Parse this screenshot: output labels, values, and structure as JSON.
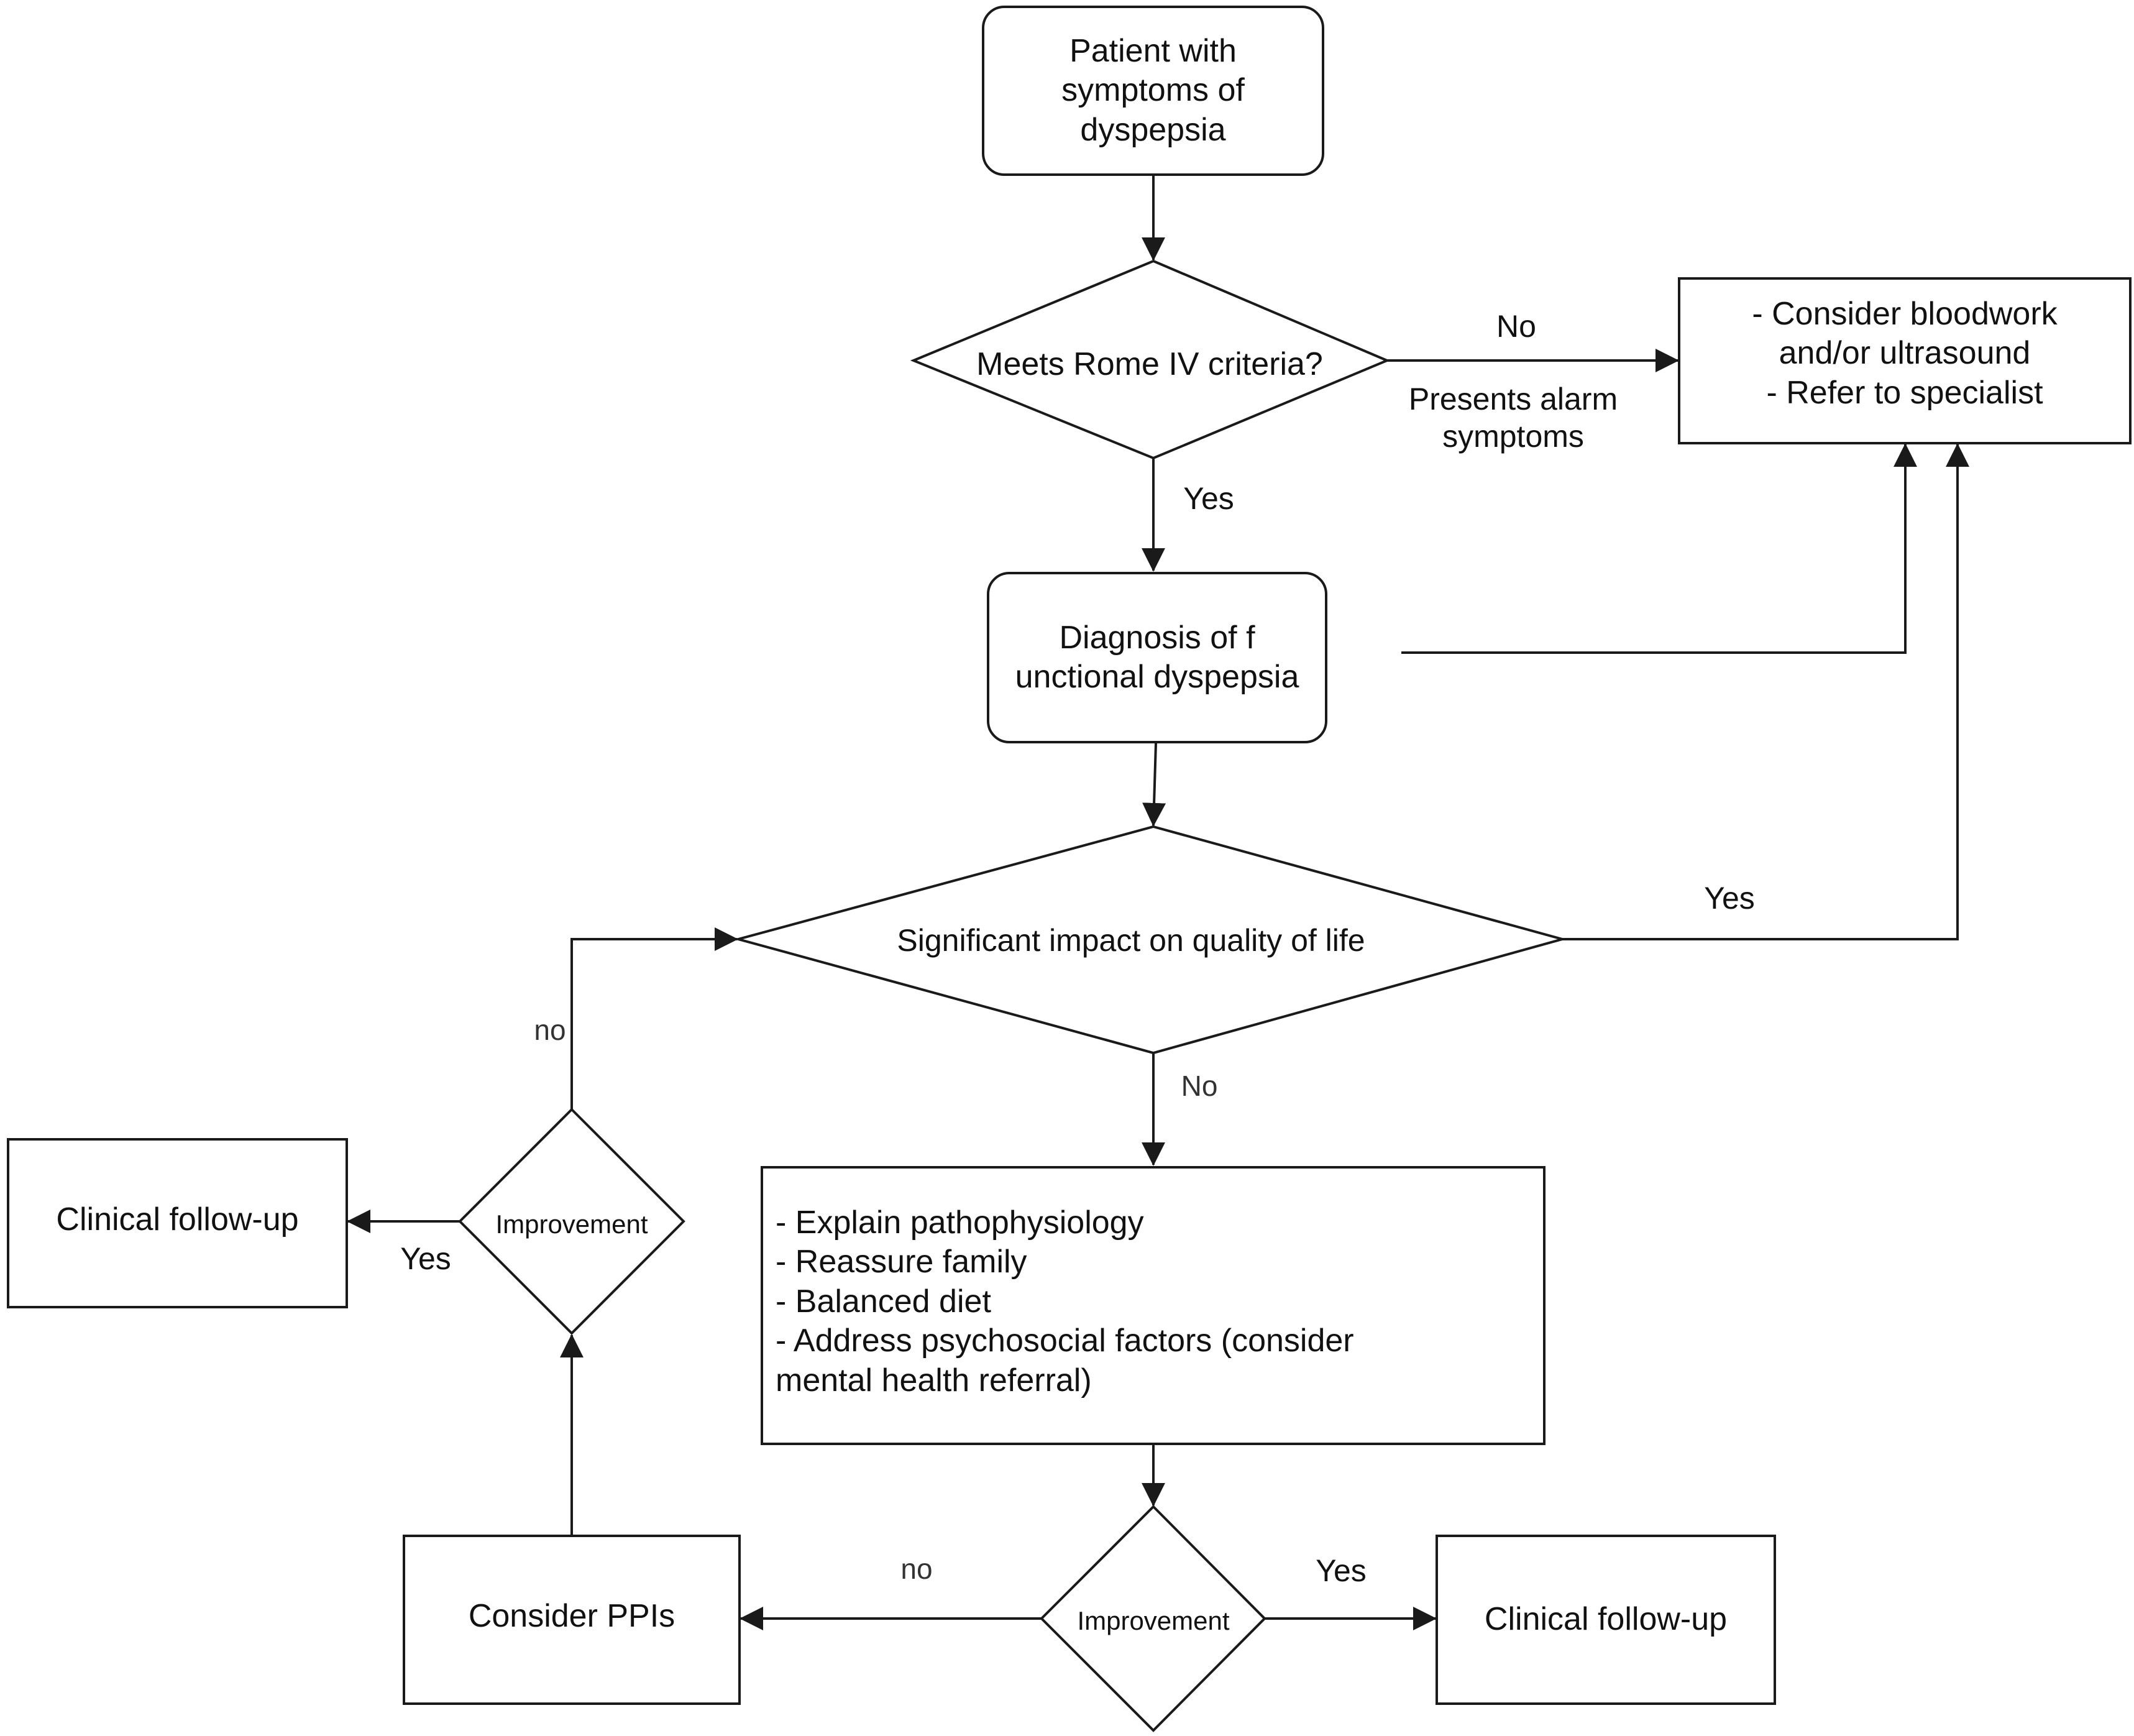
{
  "nodes": {
    "start": "Patient with\nsymptoms of\ndyspepsia",
    "rome_decision": "Meets Rome IV criteria?",
    "referral": "- Consider bloodwork\nand/or ultrasound\n- Refer to specialist",
    "diagnosis": "Diagnosis of f\nunctional dyspepsia",
    "qol_decision": "Significant impact on quality of life",
    "management": "- Explain pathophysiology\n- Reassure family\n- Balanced diet\n- Address psychosocial factors (consider\nmental health referral)",
    "improvement_bottom": "Improvement",
    "followup_bottom": "Clinical follow-up",
    "ppis": "Consider PPIs",
    "improvement_left": "Improvement",
    "followup_left": "Clinical follow-up"
  },
  "edge_labels": {
    "rome_no": "No",
    "rome_alarm": "Presents alarm\nsymptoms",
    "rome_yes": "Yes",
    "qol_yes": "Yes",
    "qol_no": "No",
    "bottom_no": "no",
    "bottom_yes": "Yes",
    "left_no": "no",
    "left_yes": "Yes"
  },
  "colors": {
    "stroke": "#1a1a1a",
    "background": "#ffffff"
  }
}
